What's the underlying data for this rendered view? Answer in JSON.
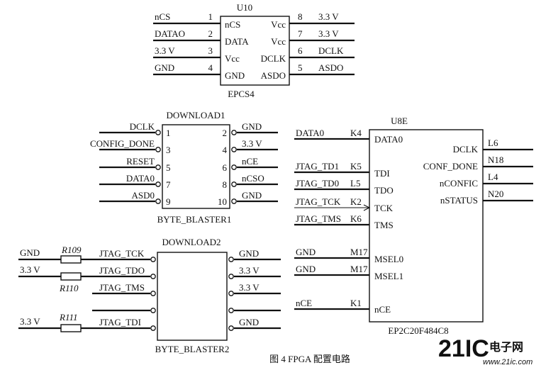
{
  "u10": {
    "ref": "U10",
    "part": "EPCS4",
    "left_nets": [
      "nCS",
      "DATAO",
      "3.3 V",
      "GND"
    ],
    "left_pin_nums": [
      "1",
      "2",
      "3",
      "4"
    ],
    "left_pin_names": [
      "nCS",
      "DATA",
      "Vcc",
      "GND"
    ],
    "right_pin_names": [
      "Vcc",
      "Vcc",
      "DCLK",
      "ASDO"
    ],
    "right_pin_nums": [
      "8",
      "7",
      "6",
      "5"
    ],
    "right_nets": [
      "3.3 V",
      "3.3 V",
      "DCLK",
      "ASDO"
    ]
  },
  "download1": {
    "title": "DOWNLOAD1",
    "part": "BYTE_BLASTER1",
    "left_nets": [
      "DCLK",
      "CONFIG_DONE",
      "RESET",
      "DATA0",
      "ASD0"
    ],
    "left_pins": [
      "1",
      "3",
      "5",
      "7",
      "9"
    ],
    "right_pins": [
      "2",
      "4",
      "6",
      "8",
      "10"
    ],
    "right_nets": [
      "GND",
      "3.3 V",
      "nCE",
      "nCSO",
      "GND"
    ]
  },
  "u8e": {
    "ref": "U8E",
    "part": "EP2C20F484C8",
    "left_nets": [
      "DATA0",
      "JTAG_TD1",
      "JTAG_TD0",
      "JTAG_TCK",
      "JTAG_TMS",
      "GND",
      "GND",
      "nCE"
    ],
    "left_pin_nums": [
      "K4",
      "K5",
      "L5",
      "K2",
      "K6",
      "M17",
      "M17",
      "K1"
    ],
    "left_pin_names": [
      "DATA0",
      "TDI",
      "TDO",
      "TCK",
      "TMS",
      "MSEL0",
      "MSEL1",
      "nCE"
    ],
    "right_pin_names": [
      "DCLK",
      "CONF_DONE",
      "nCONFIC",
      "nSTATUS"
    ],
    "right_pin_nums": [
      "L6",
      "N18",
      "L4",
      "N20"
    ]
  },
  "download2": {
    "title": "DOWNLOAD2",
    "part": "BYTE_BLASTER2",
    "left_power": [
      "GND",
      "3.3 V",
      "3.3 V"
    ],
    "resistors": [
      "R109",
      "R110",
      "R111"
    ],
    "left_nets": [
      "JTAG_TCK",
      "JTAG_TDO",
      "JTAG_TMS",
      "JTAG_TDI"
    ],
    "right_nets": [
      "GND",
      "3.3 V",
      "3.3 V",
      "GND"
    ]
  },
  "caption": "图 4  FPGA 配置电路",
  "watermark": {
    "logo": "21IC",
    "cn": "电子网",
    "url": "www.21ic.com",
    "color_red": "#e0262c",
    "color_gray": "#9a9a9a"
  }
}
